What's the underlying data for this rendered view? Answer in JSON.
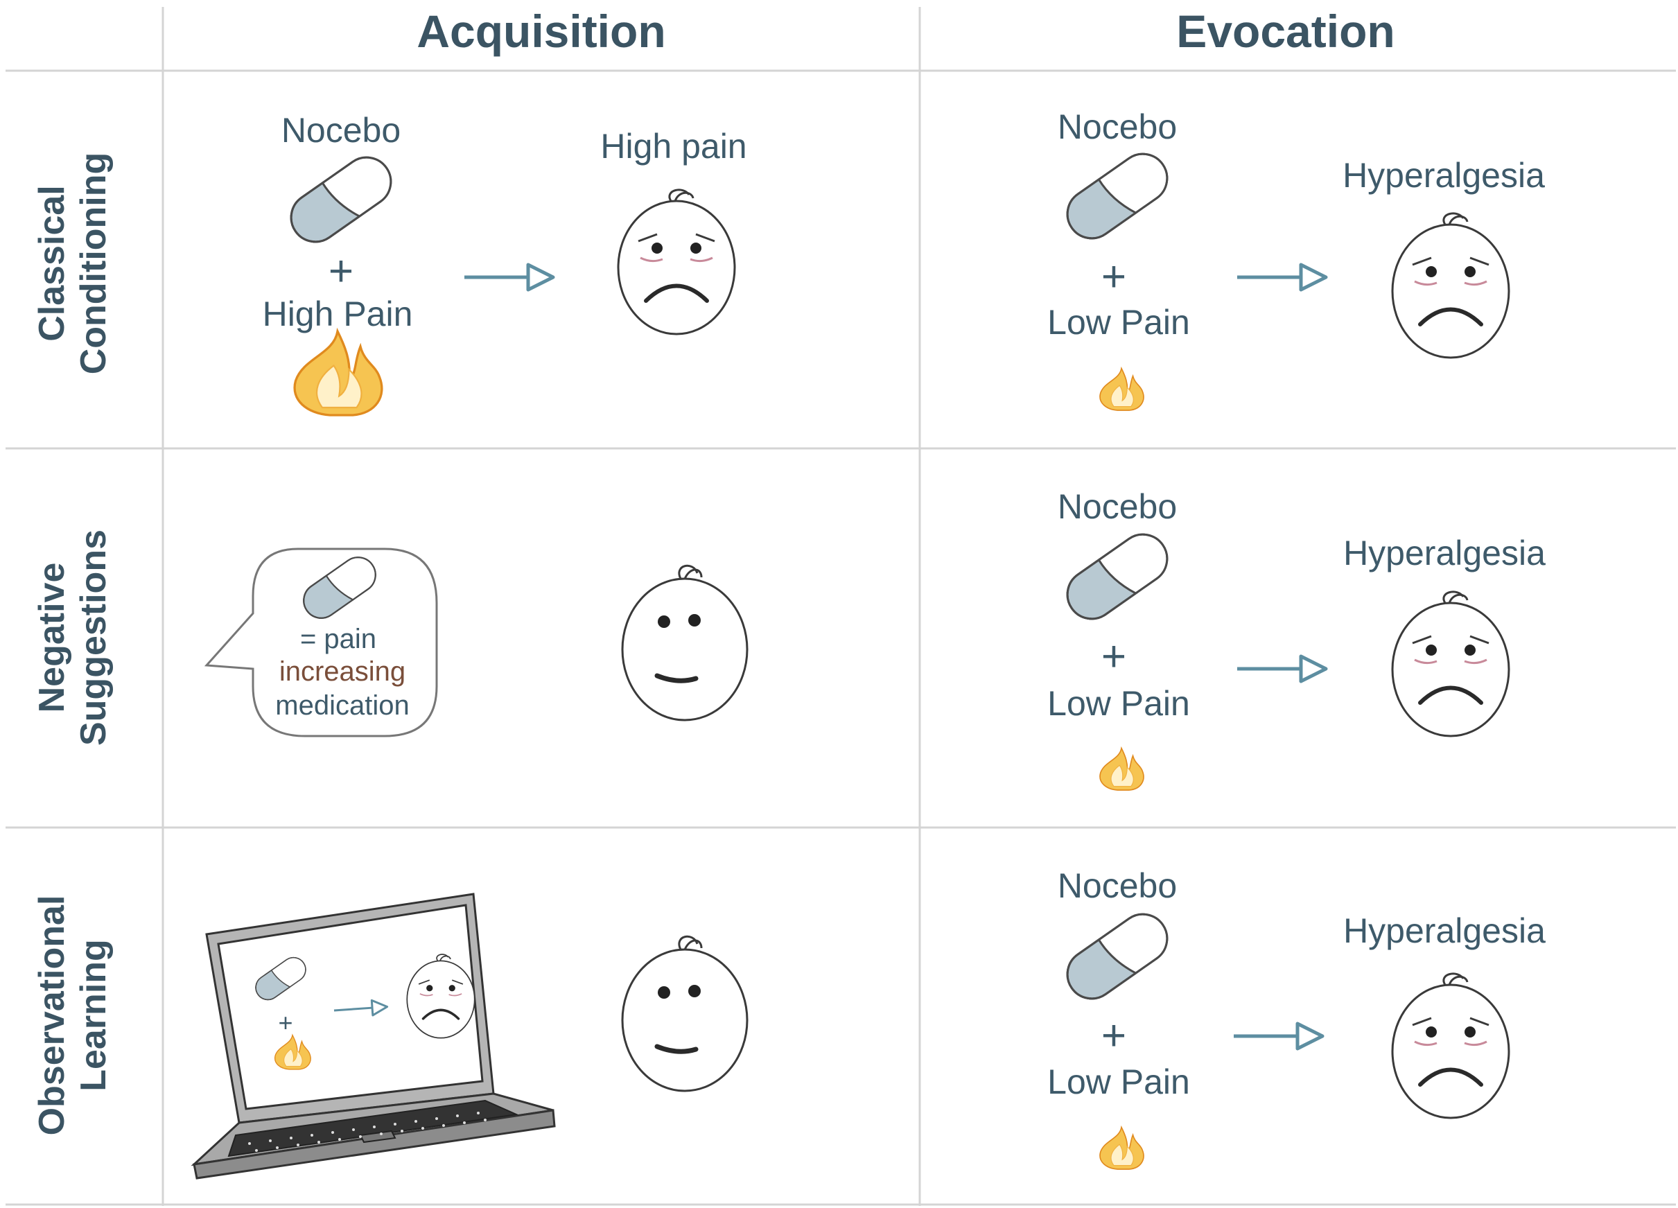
{
  "headers": {
    "acquisition": "Acquisition",
    "evocation": "Evocation"
  },
  "rows": [
    {
      "line1": "Classical",
      "line2": "Conditioning"
    },
    {
      "line1": "Negative",
      "line2": "Suggestions"
    },
    {
      "line1": "Observational",
      "line2": "Learning"
    }
  ],
  "acquisition": {
    "conditioning": {
      "pill_label": "Nocebo",
      "plus": "+",
      "pain_label": "High Pain",
      "outcome_label": "High pain"
    },
    "suggestion": {
      "line1": "= pain",
      "line2": "increasing",
      "line3": "medication"
    },
    "observational": {
      "plus": "+"
    }
  },
  "evocation": [
    {
      "pill_label": "Nocebo",
      "plus": "+",
      "pain_label": "Low Pain",
      "outcome_label": "Hyperalgesia"
    },
    {
      "pill_label": "Nocebo",
      "plus": "+",
      "pain_label": "Low Pain",
      "outcome_label": "Hyperalgesia"
    },
    {
      "pill_label": "Nocebo",
      "plus": "+",
      "pain_label": "Low Pain",
      "outcome_label": "Hyperalgesia"
    }
  ],
  "colors": {
    "text": "#3e5a6a",
    "pill_fill": "#b8c9d2",
    "arrow": "#5d8ea1",
    "flame_outer": "#f4b73c",
    "brown_text": "#7a4e3a"
  }
}
